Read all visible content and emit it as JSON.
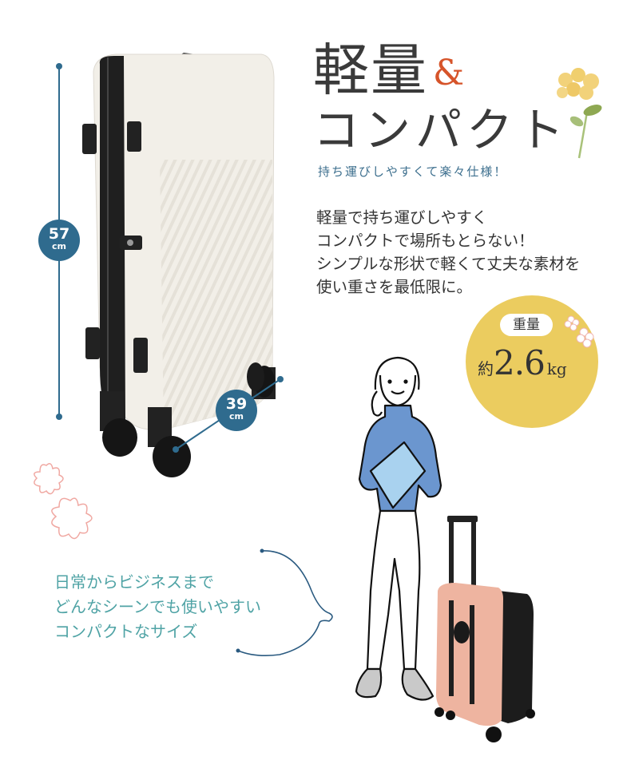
{
  "header": {
    "title_line1": "軽量",
    "title_ampersand": "&",
    "title_line2": "コンパクト",
    "subtitle": "持ち運びしやすくて楽々仕様！"
  },
  "description": {
    "lines": [
      "軽量で持ち運びしやすく",
      "コンパクトで場所もとらない！",
      "シンプルな形状で軽くて丈夫な素材を",
      "使い重さを最低限に。"
    ]
  },
  "weight_badge": {
    "label": "重量",
    "prefix": "約",
    "value": "2.6",
    "unit": "kg",
    "color": "#ebcc5f"
  },
  "dimensions": {
    "height": {
      "value": "57",
      "unit": "cm"
    },
    "width": {
      "value": "39",
      "unit": "cm"
    },
    "color": "#2f6b8e"
  },
  "caption": {
    "lines": [
      "日常からビジネスまで",
      "どんなシーンでも使いやすい",
      "コンパクトなサイズ"
    ],
    "color": "#4fa3a5"
  },
  "images": {
    "main_suitcase": "white-suitcase-photo",
    "person": "woman-illustration",
    "small_suitcase": "pink-suitcase-photo",
    "flower": "rapeseed-flower-illustration",
    "sakura": "cherry-blossom-outline"
  },
  "colors": {
    "title": "#3a3a3a",
    "accent": "#d6542a",
    "subtitle": "#3d6f8e",
    "suitcase_white": "#f2efe8",
    "suitcase_pink": "#eeb4a0",
    "sweater": "#6b96cf"
  }
}
